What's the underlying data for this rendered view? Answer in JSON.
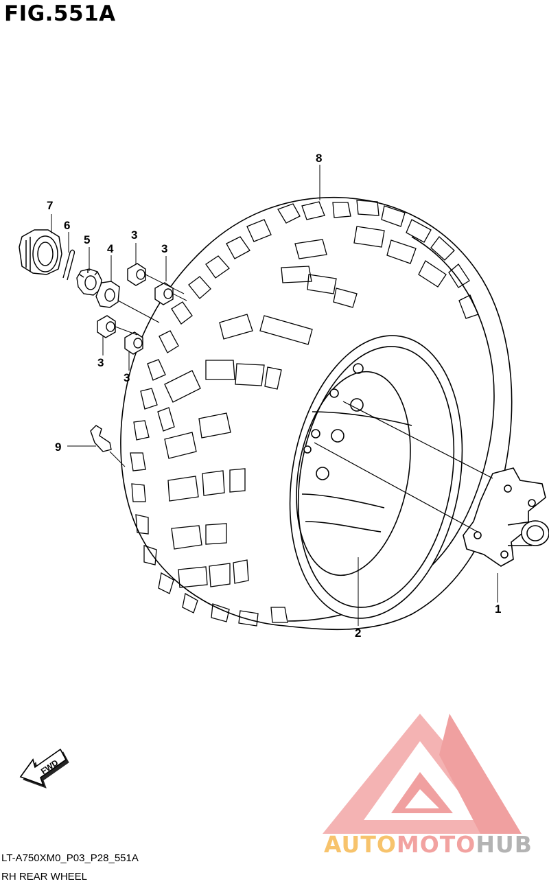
{
  "figure": {
    "title": "FIG.551A",
    "code": "LT-A750XM0_P03_P28_551A",
    "name": "RH REAR WHEEL",
    "fwd_label": "FWD"
  },
  "callouts": [
    {
      "id": "c1",
      "label": "1",
      "part": "rear hub"
    },
    {
      "id": "c2",
      "label": "2",
      "part": "rim"
    },
    {
      "id": "c3a",
      "label": "3",
      "part": "wheel nut"
    },
    {
      "id": "c3b",
      "label": "3",
      "part": "wheel nut"
    },
    {
      "id": "c3c",
      "label": "3",
      "part": "wheel nut"
    },
    {
      "id": "c3d",
      "label": "3",
      "part": "wheel nut"
    },
    {
      "id": "c4",
      "label": "4",
      "part": "washer"
    },
    {
      "id": "c5",
      "label": "5",
      "part": "castle nut"
    },
    {
      "id": "c6",
      "label": "6",
      "part": "cotter pin"
    },
    {
      "id": "c7",
      "label": "7",
      "part": "cap"
    },
    {
      "id": "c8",
      "label": "8",
      "part": "tire"
    },
    {
      "id": "c9",
      "label": "9",
      "part": "valve"
    }
  ],
  "watermark": {
    "text_parts": [
      "AUTO",
      "MOTO",
      "HUB"
    ],
    "colors": {
      "auto": "#f7c36c",
      "moto": "#f2a2a0",
      "hub": "#b3b3b3",
      "triangle": "#f0a0a0"
    }
  },
  "colors": {
    "line": "#000000",
    "background": "#ffffff"
  }
}
